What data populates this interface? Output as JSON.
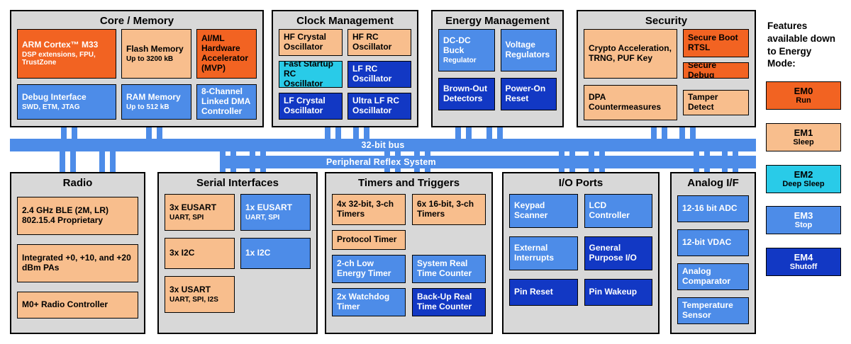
{
  "colors": {
    "em0_run": "#F26322",
    "em1_sleep": "#F8BE8D",
    "em2_deep_sleep": "#29CBE8",
    "em3_stop": "#4D8CE8",
    "em4_shutoff": "#1238C4",
    "section_background": "#D8D8D8"
  },
  "buses": {
    "bus32": "32-bit bus",
    "prs": "Peripheral Reflex System"
  },
  "sections": {
    "core": {
      "title": "Core / Memory",
      "blocks": [
        {
          "t": "ARM Cortex™ M33",
          "s": "DSP extensions, FPU, TrustZone"
        },
        {
          "t": "Flash Memory",
          "s": "Up to 3200 kB"
        },
        {
          "t": "AI/ML Hardware Accelerator (MVP)"
        },
        {
          "t": "Debug Interface",
          "s": "SWD, ETM, JTAG"
        },
        {
          "t": "RAM Memory",
          "s": "Up to 512 kB"
        },
        {
          "t": "8-Channel Linked DMA Controller"
        }
      ]
    },
    "clock": {
      "title": "Clock Management",
      "blocks": [
        {
          "t": "HF Crystal Oscillator"
        },
        {
          "t": "HF RC Oscillator"
        },
        {
          "t": "Fast Startup RC Oscillator"
        },
        {
          "t": "LF RC Oscillator"
        },
        {
          "t": "LF Crystal Oscillator"
        },
        {
          "t": "Ultra LF RC Oscillator"
        }
      ]
    },
    "energy": {
      "title": "Energy Management",
      "blocks": [
        {
          "t": "DC-DC Buck",
          "s": "Regulator"
        },
        {
          "t": "Voltage Regulators"
        },
        {
          "t": "Brown-Out Detectors"
        },
        {
          "t": "Power-On Reset"
        }
      ]
    },
    "security": {
      "title": "Security",
      "blocks": [
        {
          "t": "Crypto Acceleration, TRNG, PUF Key"
        },
        {
          "t": "Secure Boot RTSL"
        },
        {
          "t": "Secure Debug"
        },
        {
          "t": "DPA Countermeasures"
        },
        {
          "t": "Tamper Detect"
        }
      ]
    },
    "radio": {
      "title": "Radio",
      "blocks": [
        {
          "t": "2.4 GHz BLE (2M, LR)",
          "s": "802.15.4 Proprietary"
        },
        {
          "t": "Integrated +0,  +10, and +20 dBm PAs"
        },
        {
          "t": "M0+ Radio Controller"
        }
      ]
    },
    "serial": {
      "title": "Serial Interfaces",
      "blocks": [
        {
          "t": "3x EUSART",
          "s": "UART, SPI"
        },
        {
          "t": "1x EUSART",
          "s": "UART, SPI"
        },
        {
          "t": "3x I2C"
        },
        {
          "t": "1x I2C"
        },
        {
          "t": "3x USART",
          "s": "UART, SPI, I2S"
        }
      ]
    },
    "timers": {
      "title": "Timers and Triggers",
      "blocks": [
        {
          "t": "4x 32-bit, 3-ch",
          "s": "Timers"
        },
        {
          "t": "6x 16-bit, 3-ch",
          "s": "Timers"
        },
        {
          "t": "Protocol Timer"
        },
        {
          "t": "2-ch Low Energy Timer"
        },
        {
          "t": "System Real Time Counter"
        },
        {
          "t": "2x Watchdog Timer"
        },
        {
          "t": "Back-Up Real Time Counter"
        }
      ]
    },
    "io": {
      "title": "I/O Ports",
      "blocks": [
        {
          "t": "Keypad Scanner"
        },
        {
          "t": "LCD Controller"
        },
        {
          "t": "External Interrupts"
        },
        {
          "t": "General Purpose I/O"
        },
        {
          "t": "Pin Reset"
        },
        {
          "t": "Pin Wakeup"
        }
      ]
    },
    "analog": {
      "title": "Analog I/F",
      "blocks": [
        {
          "t": "12-16 bit ADC"
        },
        {
          "t": "12-bit VDAC"
        },
        {
          "t": "Analog Comparator"
        },
        {
          "t": "Temperature Sensor"
        }
      ]
    }
  },
  "legend": {
    "note": "Features available down to Energy Mode:",
    "items": [
      {
        "label": "EM0",
        "sub": "Run"
      },
      {
        "label": "EM1",
        "sub": "Sleep"
      },
      {
        "label": "EM2",
        "sub": "Deep Sleep"
      },
      {
        "label": "EM3",
        "sub": "Stop"
      },
      {
        "label": "EM4",
        "sub": "Shutoff"
      }
    ]
  }
}
